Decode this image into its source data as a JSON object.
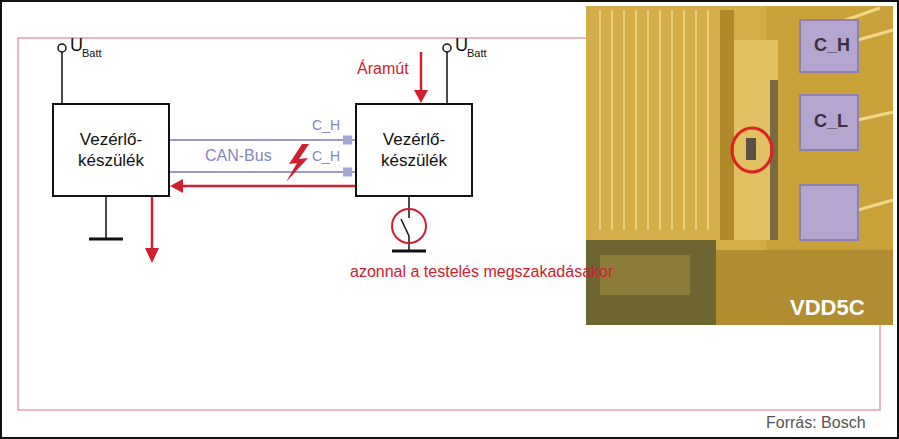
{
  "diagram": {
    "nodes": [
      {
        "text": [
          "Vezérlő- készülék"
        ]
      },
      {
        "text": [
          "Vezérlő- készülék"
        ]
      }
    ],
    "edges": [
      {
        "from": 0,
        "to": 1,
        "arrow": "none"
      },
      {
        "from": 0,
        "to": 1,
        "arrow": "none"
      },
      {
        "from": 1,
        "to": 0,
        "arrow": "to"
      }
    ],
    "labels": [
      "U",
      "Batt",
      "U",
      "Batt",
      "Áramút",
      "C_H",
      "C_H",
      "CAN-Bus",
      "azonnal a testelés megszakadásakor",
      "Forrás: Bosch",
      "C_H",
      "C_L",
      "VDD5C"
    ]
  }
}
